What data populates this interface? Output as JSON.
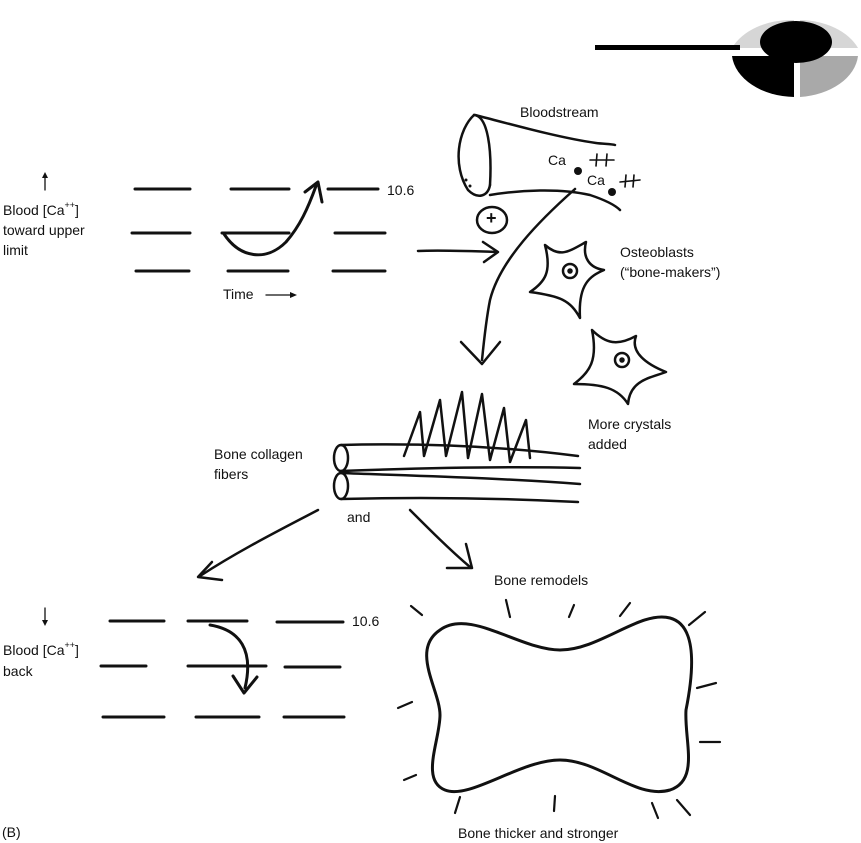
{
  "labels": {
    "bloodstream": "Bloodstream",
    "ca_1": "Ca",
    "ca_2": "Ca",
    "plus_sign": "+",
    "top_graph_value": "10.6",
    "bottom_graph_value": "10.6",
    "top_blood_label_line1_prefix": "Blood [Ca",
    "top_blood_label_line1_sup": "++",
    "top_blood_label_line1_suffix": "]",
    "top_blood_label_line2": "toward upper",
    "top_blood_label_line3": "limit",
    "time_label": "Time",
    "osteoblasts_line1": "Osteoblasts",
    "osteoblasts_line2": "(“bone-makers”)",
    "more_crystals_line1": "More crystals",
    "more_crystals_line2": "added",
    "bone_collagen_line1": "Bone collagen",
    "bone_collagen_line2": "fibers",
    "and": "and",
    "bone_remodels": "Bone remodels",
    "bottom_blood_label_line1_prefix": "Blood [Ca",
    "bottom_blood_label_line1_sup": "++",
    "bottom_blood_label_line1_suffix": "]",
    "bottom_blood_label_line2": "back",
    "panel_label": "(B)",
    "bone_thicker": "Bone thicker and stronger"
  },
  "icons": {
    "corner_logo": "target-logo-icon",
    "bloodstream_vessel": "blood-vessel-icon",
    "osteoblast": "star-cell-icon",
    "bone": "bone-icon"
  },
  "colors": {
    "ink": "#111111",
    "logo_light_gray": "#d6d6d6",
    "logo_dark_gray": "#a9a9a9",
    "logo_black": "#000000"
  }
}
